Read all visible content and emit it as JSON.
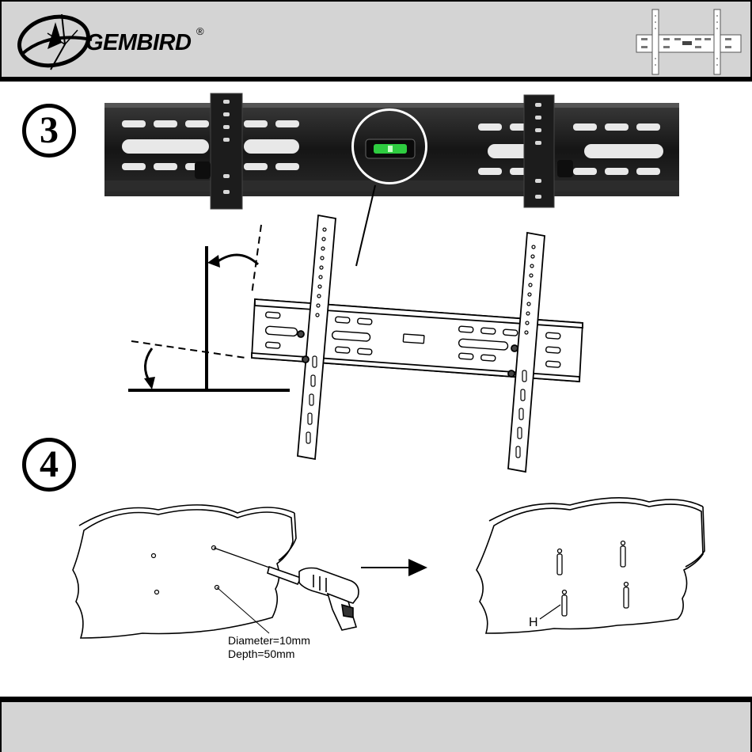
{
  "header": {
    "brand_name": "GEMBIRD",
    "brand_mark": "®",
    "logo_icon": "globe-swoosh-logo",
    "thumbnail_icon": "tilt-bracket-thumbnail"
  },
  "steps": [
    {
      "number": "3"
    },
    {
      "number": "4"
    }
  ],
  "step3": {
    "photo_icon": "wall-plate-with-bubble-level-photo",
    "level_icon": "bubble-level-icon",
    "tilt_diagram_icon": "tilt-angle-arrows-icon",
    "bracket_icon": "tilt-bracket-drawing"
  },
  "step4": {
    "drill_note": {
      "diameter": "Diameter=10mm",
      "depth": "Depth=50mm"
    },
    "anchor_label": "H",
    "drill_icon": "power-drill-icon",
    "arrow_icon": "right-arrow-icon",
    "wall_icon": "wall-section-icon",
    "anchor_icon": "wall-anchor-icon"
  },
  "colors": {
    "band": "#d4d4d4",
    "rule": "#000000",
    "bracket": "#1a1a1a",
    "bubble": "#2ecc40"
  }
}
